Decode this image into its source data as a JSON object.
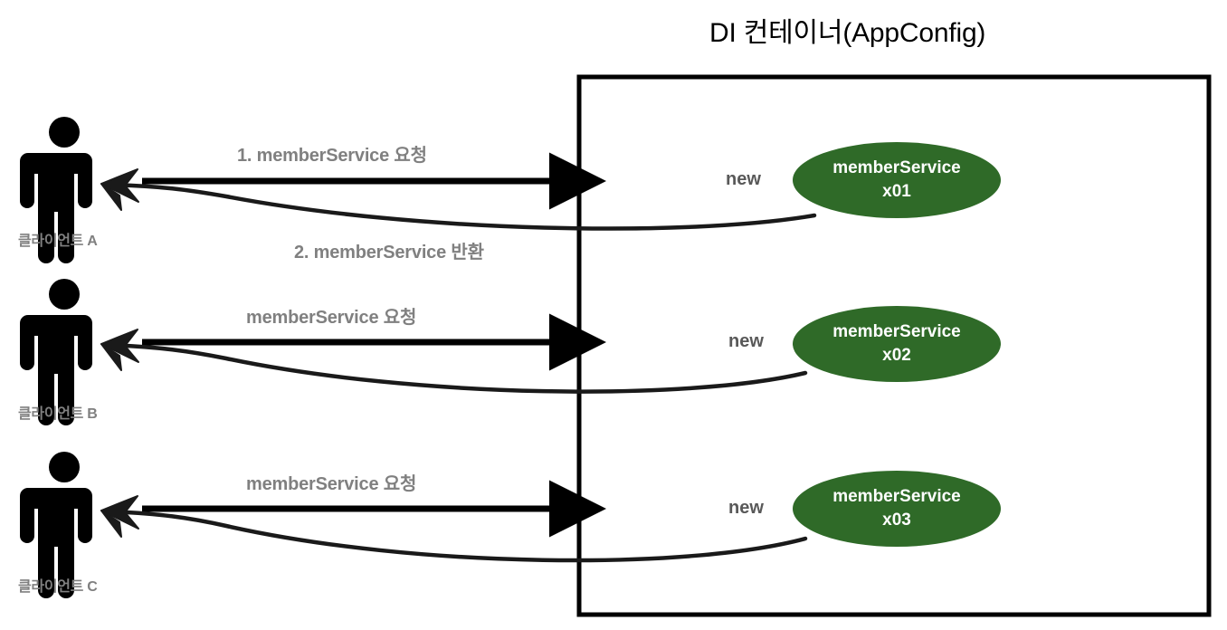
{
  "diagram": {
    "title": "DI 컨테이너(AppConfig)",
    "container_label": "DI 컨테이너(AppConfig)",
    "colors": {
      "bean_fill": "#2f6a28",
      "bean_text": "#ffffff",
      "label_gray": "#808080",
      "new_gray": "#595959",
      "stroke_black": "#000000",
      "background": "#ffffff"
    },
    "rows": [
      {
        "client_label": "클라이언트 A",
        "client_icon": "person-icon",
        "request_label": "1. memberService 요청",
        "return_label": "2. memberService 반환",
        "new_label": "new",
        "bean_name": "memberService",
        "bean_instance": "x01"
      },
      {
        "client_label": "클라이언트 B",
        "client_icon": "person-icon",
        "request_label": "memberService 요청",
        "return_label": "",
        "new_label": "new",
        "bean_name": "memberService",
        "bean_instance": "x02"
      },
      {
        "client_label": "클라이언트 C",
        "client_icon": "person-icon",
        "request_label": "memberService 요청",
        "return_label": "",
        "new_label": "new",
        "bean_name": "memberService",
        "bean_instance": "x03"
      }
    ]
  }
}
